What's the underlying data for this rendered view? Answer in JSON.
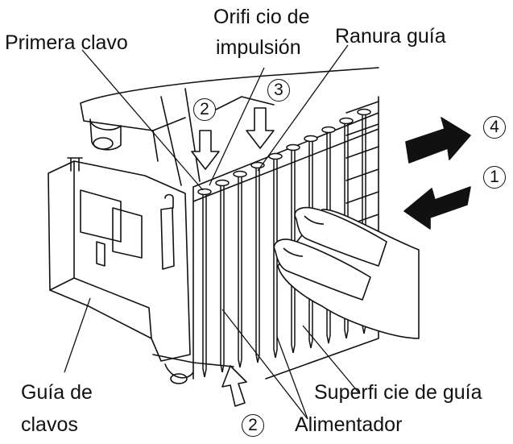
{
  "labels": {
    "first_nail": "Primera clavo",
    "drive_hole_line1": "Orifi cio de",
    "drive_hole_line2": "impulsión",
    "guide_groove": "Ranura guía",
    "nail_guide_line1": "Guía de",
    "nail_guide_line2": "clavos",
    "guide_surface": "Superfi cie de guía",
    "feeder": "Alimentador"
  },
  "step_markers": {
    "step1": "1",
    "step2_top": "2",
    "step2_bottom": "2",
    "step3": "3",
    "step4": "4"
  },
  "colors": {
    "ink": "#111111",
    "paper": "#ffffff"
  }
}
